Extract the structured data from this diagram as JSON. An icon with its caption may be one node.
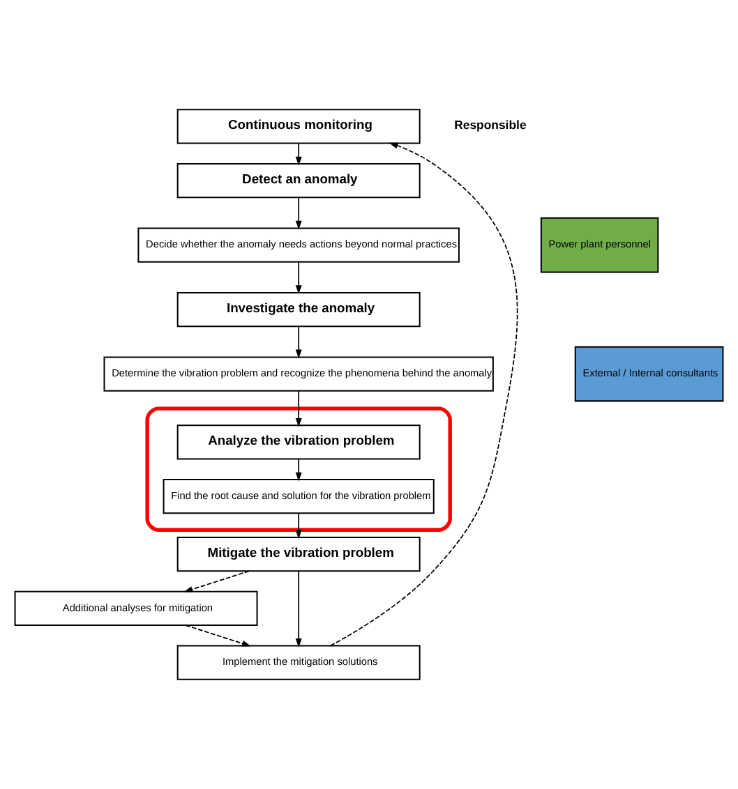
{
  "diagram": {
    "nodes": [
      {
        "text": [
          "Continuous monitoring"
        ]
      },
      {
        "text": [
          "Detect an anomaly"
        ]
      },
      {
        "text": [
          "Decide whether the anomaly needs actions beyond normal practices"
        ]
      },
      {
        "text": [
          "Investigate the anomaly"
        ]
      },
      {
        "text": [
          "Determine the vibration problem and recognize the phenomena behind the anomaly"
        ]
      },
      {
        "text": [],
        "shape": "ellipse"
      },
      {
        "text": [
          "Analyze the vibration problem"
        ],
        "in": 5
      },
      {
        "text": [
          "Find the root cause and solution for the vibration problem"
        ],
        "in": 5
      },
      {
        "text": [
          "Mitigate the vibration problem"
        ]
      },
      {
        "text": [
          "Additional analyses for mitigation"
        ]
      },
      {
        "text": [
          "Implement the mitigation solutions"
        ]
      },
      {
        "text": [
          "Power plant personnel"
        ]
      },
      {
        "text": [
          "External / Internal consultants"
        ]
      }
    ],
    "edges": [
      {
        "from": 0,
        "to": 1,
        "arrow": "to"
      },
      {
        "from": 1,
        "to": 2,
        "arrow": "to"
      },
      {
        "from": 2,
        "to": 3,
        "arrow": "to"
      },
      {
        "from": 3,
        "to": 4,
        "arrow": "to"
      },
      {
        "from": 4,
        "to": 6,
        "arrow": "to"
      },
      {
        "from": 6,
        "to": 7,
        "arrow": "to"
      },
      {
        "from": 7,
        "to": 8,
        "arrow": "to"
      },
      {
        "from": 8,
        "to": 10,
        "arrow": "to"
      },
      {
        "from": 8,
        "to": 9,
        "arrow": "to",
        "style": "dashed"
      },
      {
        "from": 9,
        "to": 10,
        "arrow": "to",
        "style": "dashed"
      },
      {
        "from": 10,
        "to": 0,
        "arrow": "to",
        "style": "dashed"
      }
    ],
    "labels": [
      "Responsible"
    ]
  }
}
